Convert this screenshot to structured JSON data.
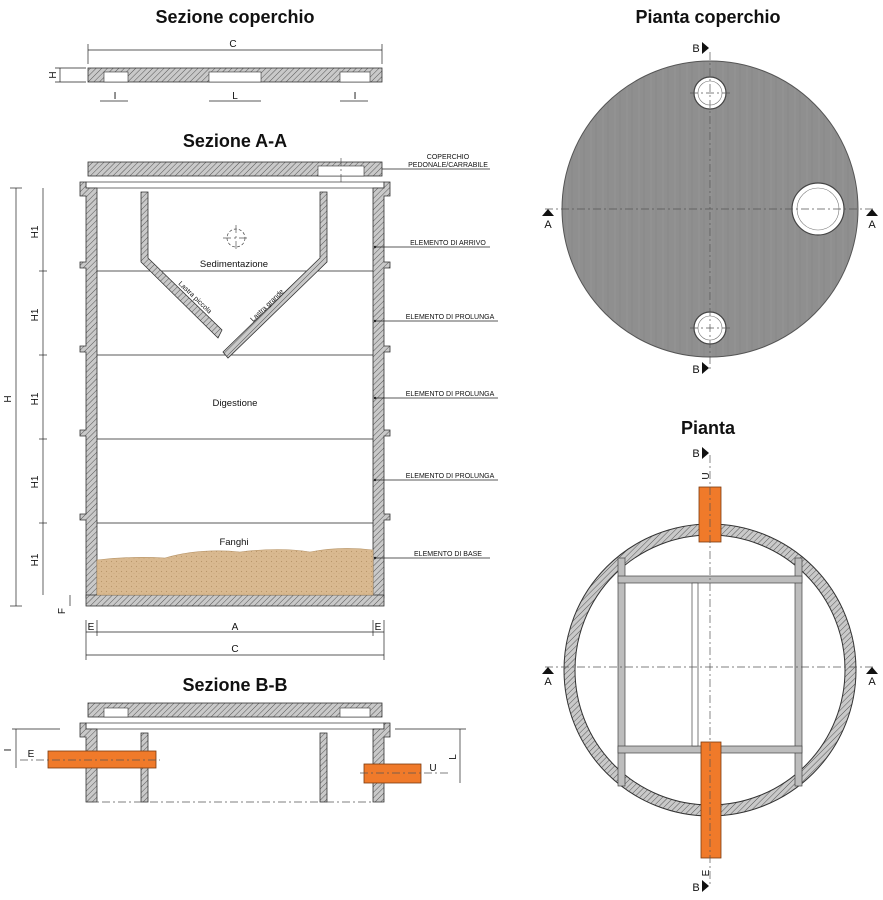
{
  "titles": {
    "sezione_coperchio": "Sezione coperchio",
    "sezione_aa": "Sezione A-A",
    "sezione_bb": "Sezione B-B",
    "pianta_coperchio": "Pianta coperchio",
    "pianta": "Pianta"
  },
  "dims": {
    "C": "C",
    "H": "H",
    "I": "I",
    "L": "L",
    "H1": "H1",
    "A": "A",
    "E": "E",
    "F": "F",
    "U": "U",
    "B": "B"
  },
  "callouts": {
    "coperchio_1": "COPERCHIO",
    "coperchio_2": "PEDONALE/CARRABILE",
    "arrivo": "ELEMENTO DI ARRIVO",
    "prolunga": "ELEMENTO DI PROLUNGA",
    "base": "ELEMENTO DI BASE"
  },
  "zones": {
    "sedimentazione": "Sedimentazione",
    "digestione": "Digestione",
    "fanghi": "Fanghi",
    "lastra_piccola": "Lastra piccola",
    "lastra_grande": "Lastra grande"
  },
  "colors": {
    "concrete": "#8f8f8f",
    "pipe": "#f07a2a",
    "sludge": "#d4b48c",
    "line": "#222222"
  }
}
